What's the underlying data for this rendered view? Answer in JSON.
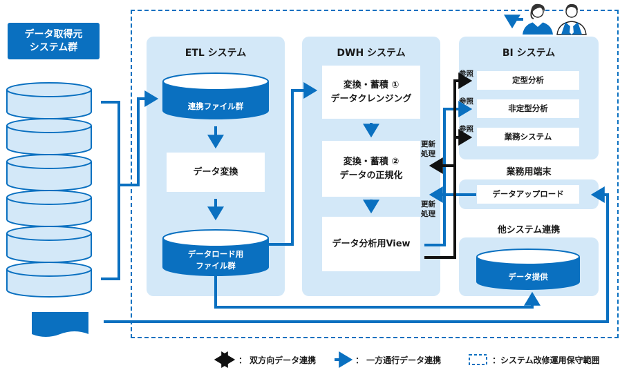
{
  "source": {
    "label_line1": "データ取得元",
    "label_line2": "システム群"
  },
  "etl": {
    "title": "ETL システム",
    "file_group": "連携ファイル群",
    "transform": "データ変換",
    "load_line1": "データロード用",
    "load_line2": "ファイル群"
  },
  "dwh": {
    "title": "DWH システム",
    "step1_line1": "変換・蓄積 ①",
    "step1_line2": "データクレンジング",
    "step2_line1": "変換・蓄積 ②",
    "step2_line2": "データの正規化",
    "view": "データ分析用View"
  },
  "bi": {
    "title": "BI システム",
    "items": [
      "定型分析",
      "非定型分析",
      "業務システム"
    ],
    "ref_label": "参照"
  },
  "terminal": {
    "title": "業務用端末",
    "upload": "データアップロード"
  },
  "other": {
    "title": "他システム連携",
    "provide": "データ提供"
  },
  "update_label": {
    "line1": "更新",
    "line2": "処理"
  },
  "legend": {
    "bidirectional": "：  双方向データ連携",
    "oneway": "：  一方通行データ連携",
    "scope": "：システム改修運用保守範囲"
  },
  "colors": {
    "primary": "#0a70c0",
    "panel": "#d3e8f8",
    "black": "#111111"
  },
  "icons": [
    "person-female-icon",
    "person-male-icon"
  ]
}
